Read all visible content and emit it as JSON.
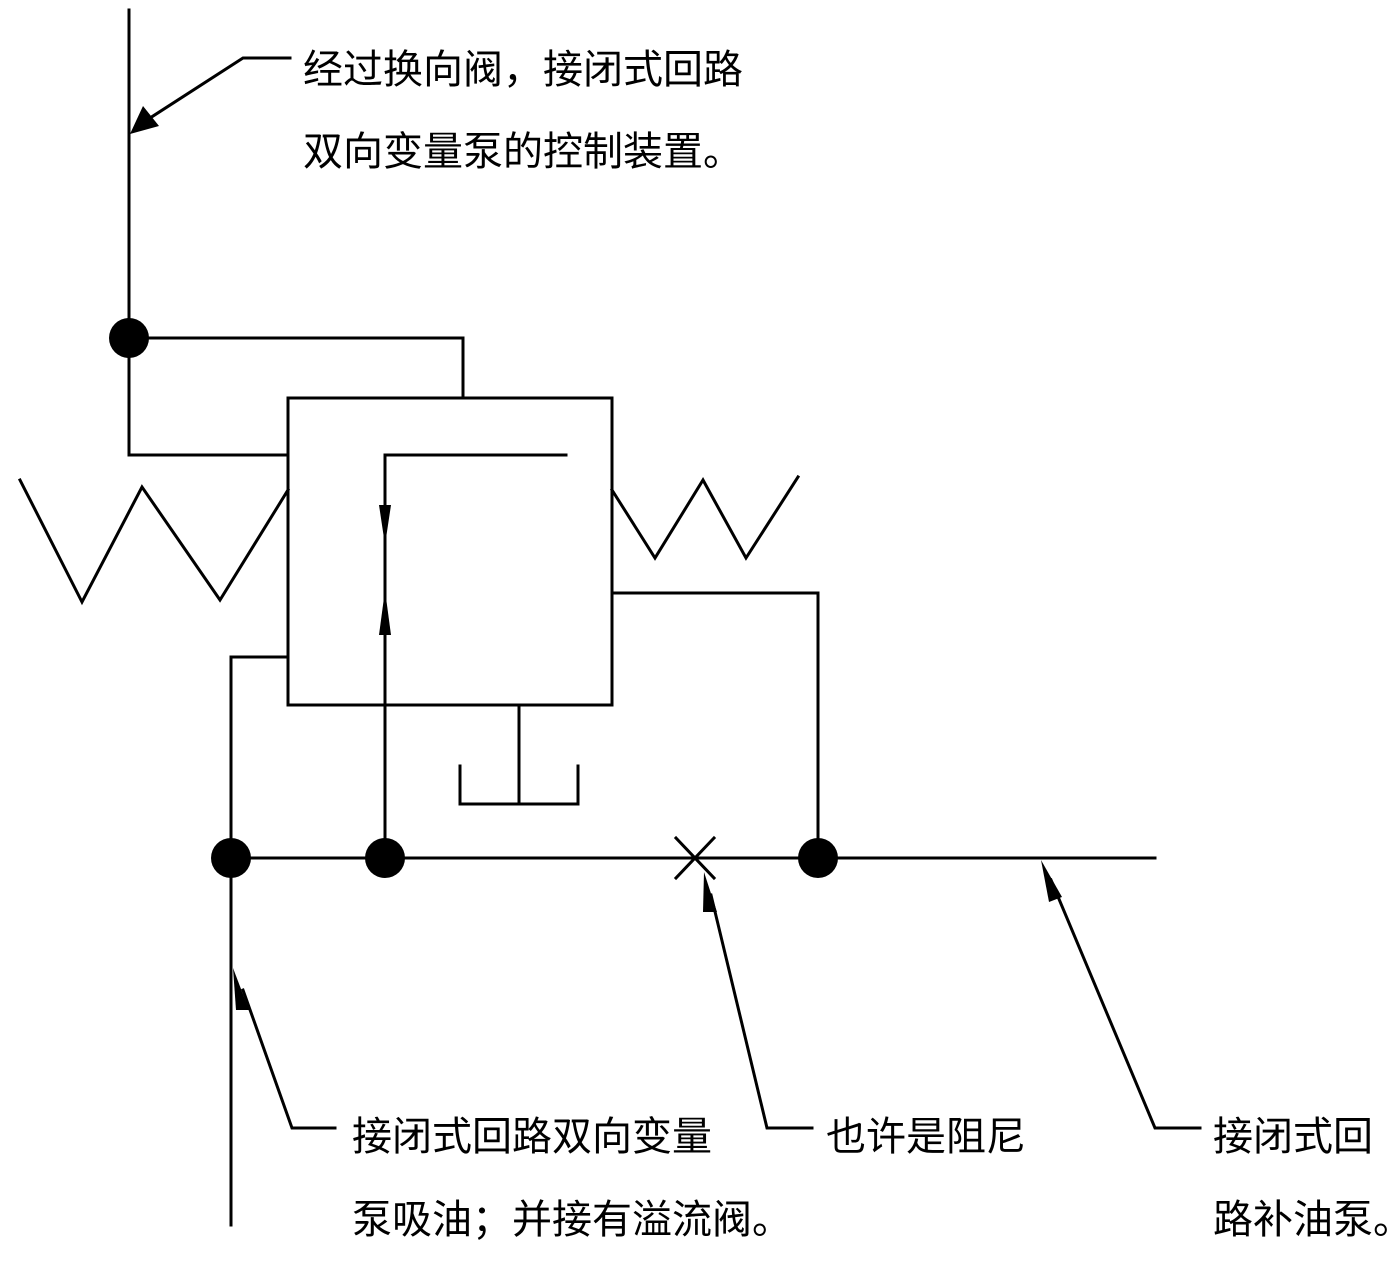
{
  "labels": {
    "top_line1": "经过换向阀，接闭式回路",
    "top_line2": "双向变量泵的控制装置。",
    "bottom_left_line1": "接闭式回路双向变量",
    "bottom_left_line2": "泵吸油；并接有溢流阀。",
    "bottom_mid": "也许是阻尼",
    "bottom_right_line1": "接闭式回",
    "bottom_right_line2": "路补油泵。"
  }
}
